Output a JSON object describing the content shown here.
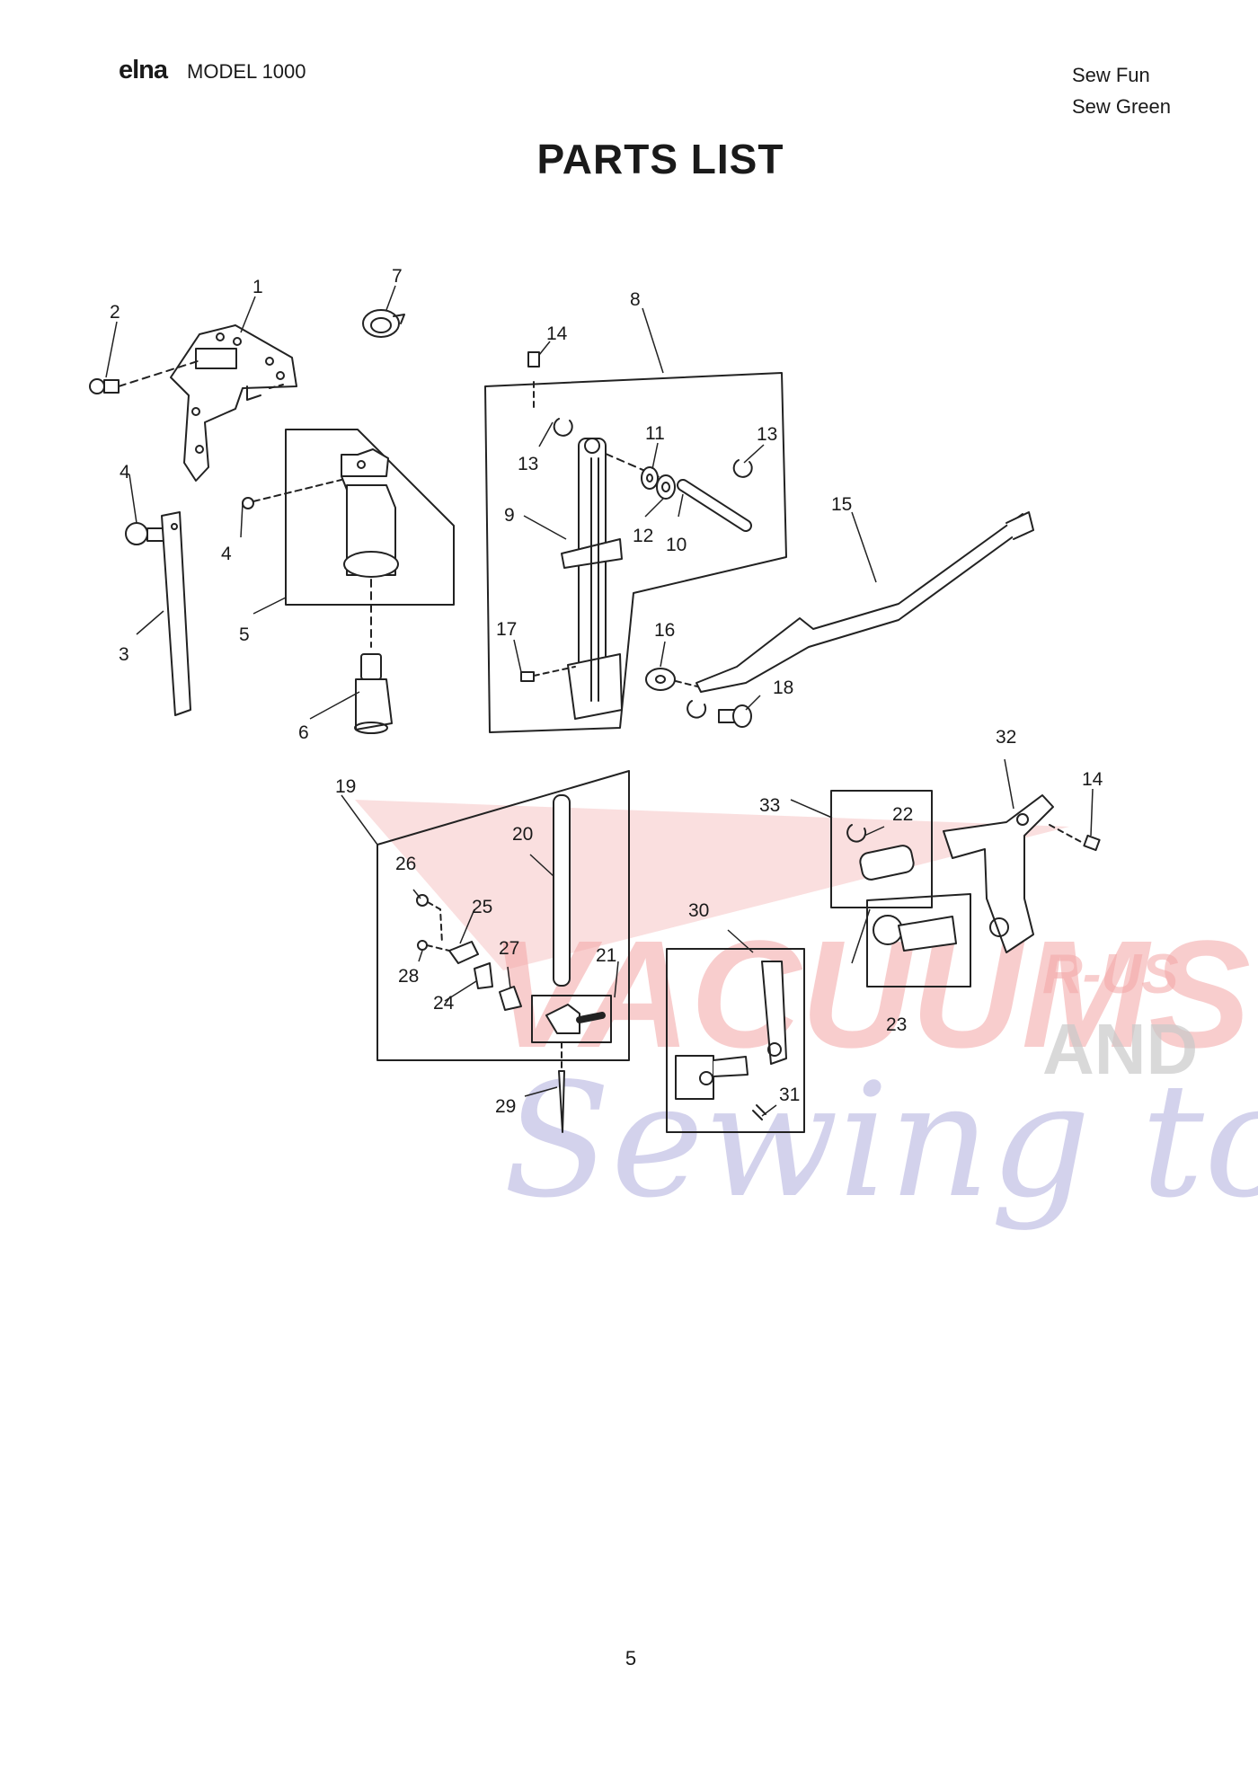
{
  "header": {
    "brand": "elna",
    "model": "MODEL 1000",
    "variants": [
      "Sew Fun",
      "Sew Green"
    ]
  },
  "title": "PARTS LIST",
  "watermark": {
    "line1": "VACUUMS",
    "line2": "R-US",
    "line3": "AND",
    "line4": "Sewing too"
  },
  "callouts": [
    "1",
    "2",
    "3",
    "4",
    "4",
    "5",
    "6",
    "7",
    "8",
    "9",
    "10",
    "11",
    "12",
    "13",
    "13",
    "14",
    "14",
    "15",
    "16",
    "17",
    "18",
    "19",
    "20",
    "21",
    "22",
    "23",
    "24",
    "25",
    "26",
    "27",
    "28",
    "29",
    "30",
    "31",
    "32",
    "33"
  ],
  "page_number": "5"
}
